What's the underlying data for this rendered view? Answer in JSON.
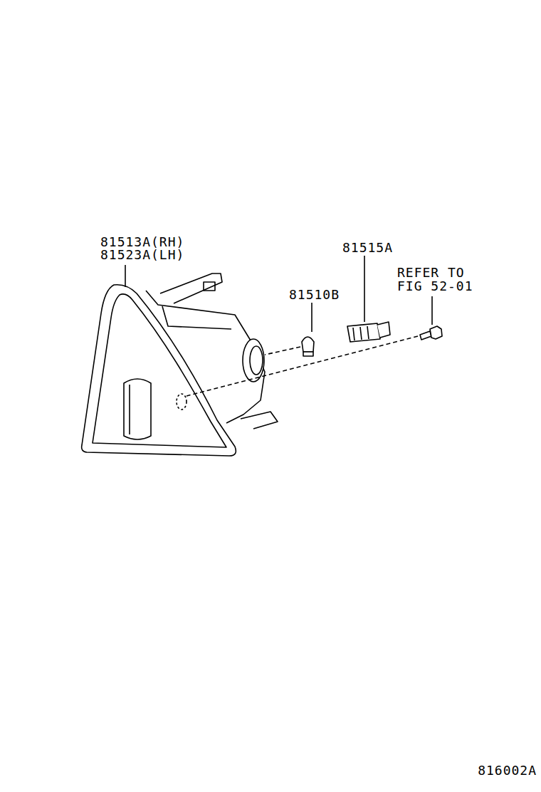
{
  "diagram": {
    "labels": [
      "81513A(RH)",
      "81523A(LH)",
      "81515A",
      "81510B",
      "REFER TO FIG 52-01",
      "816002A"
    ]
  }
}
